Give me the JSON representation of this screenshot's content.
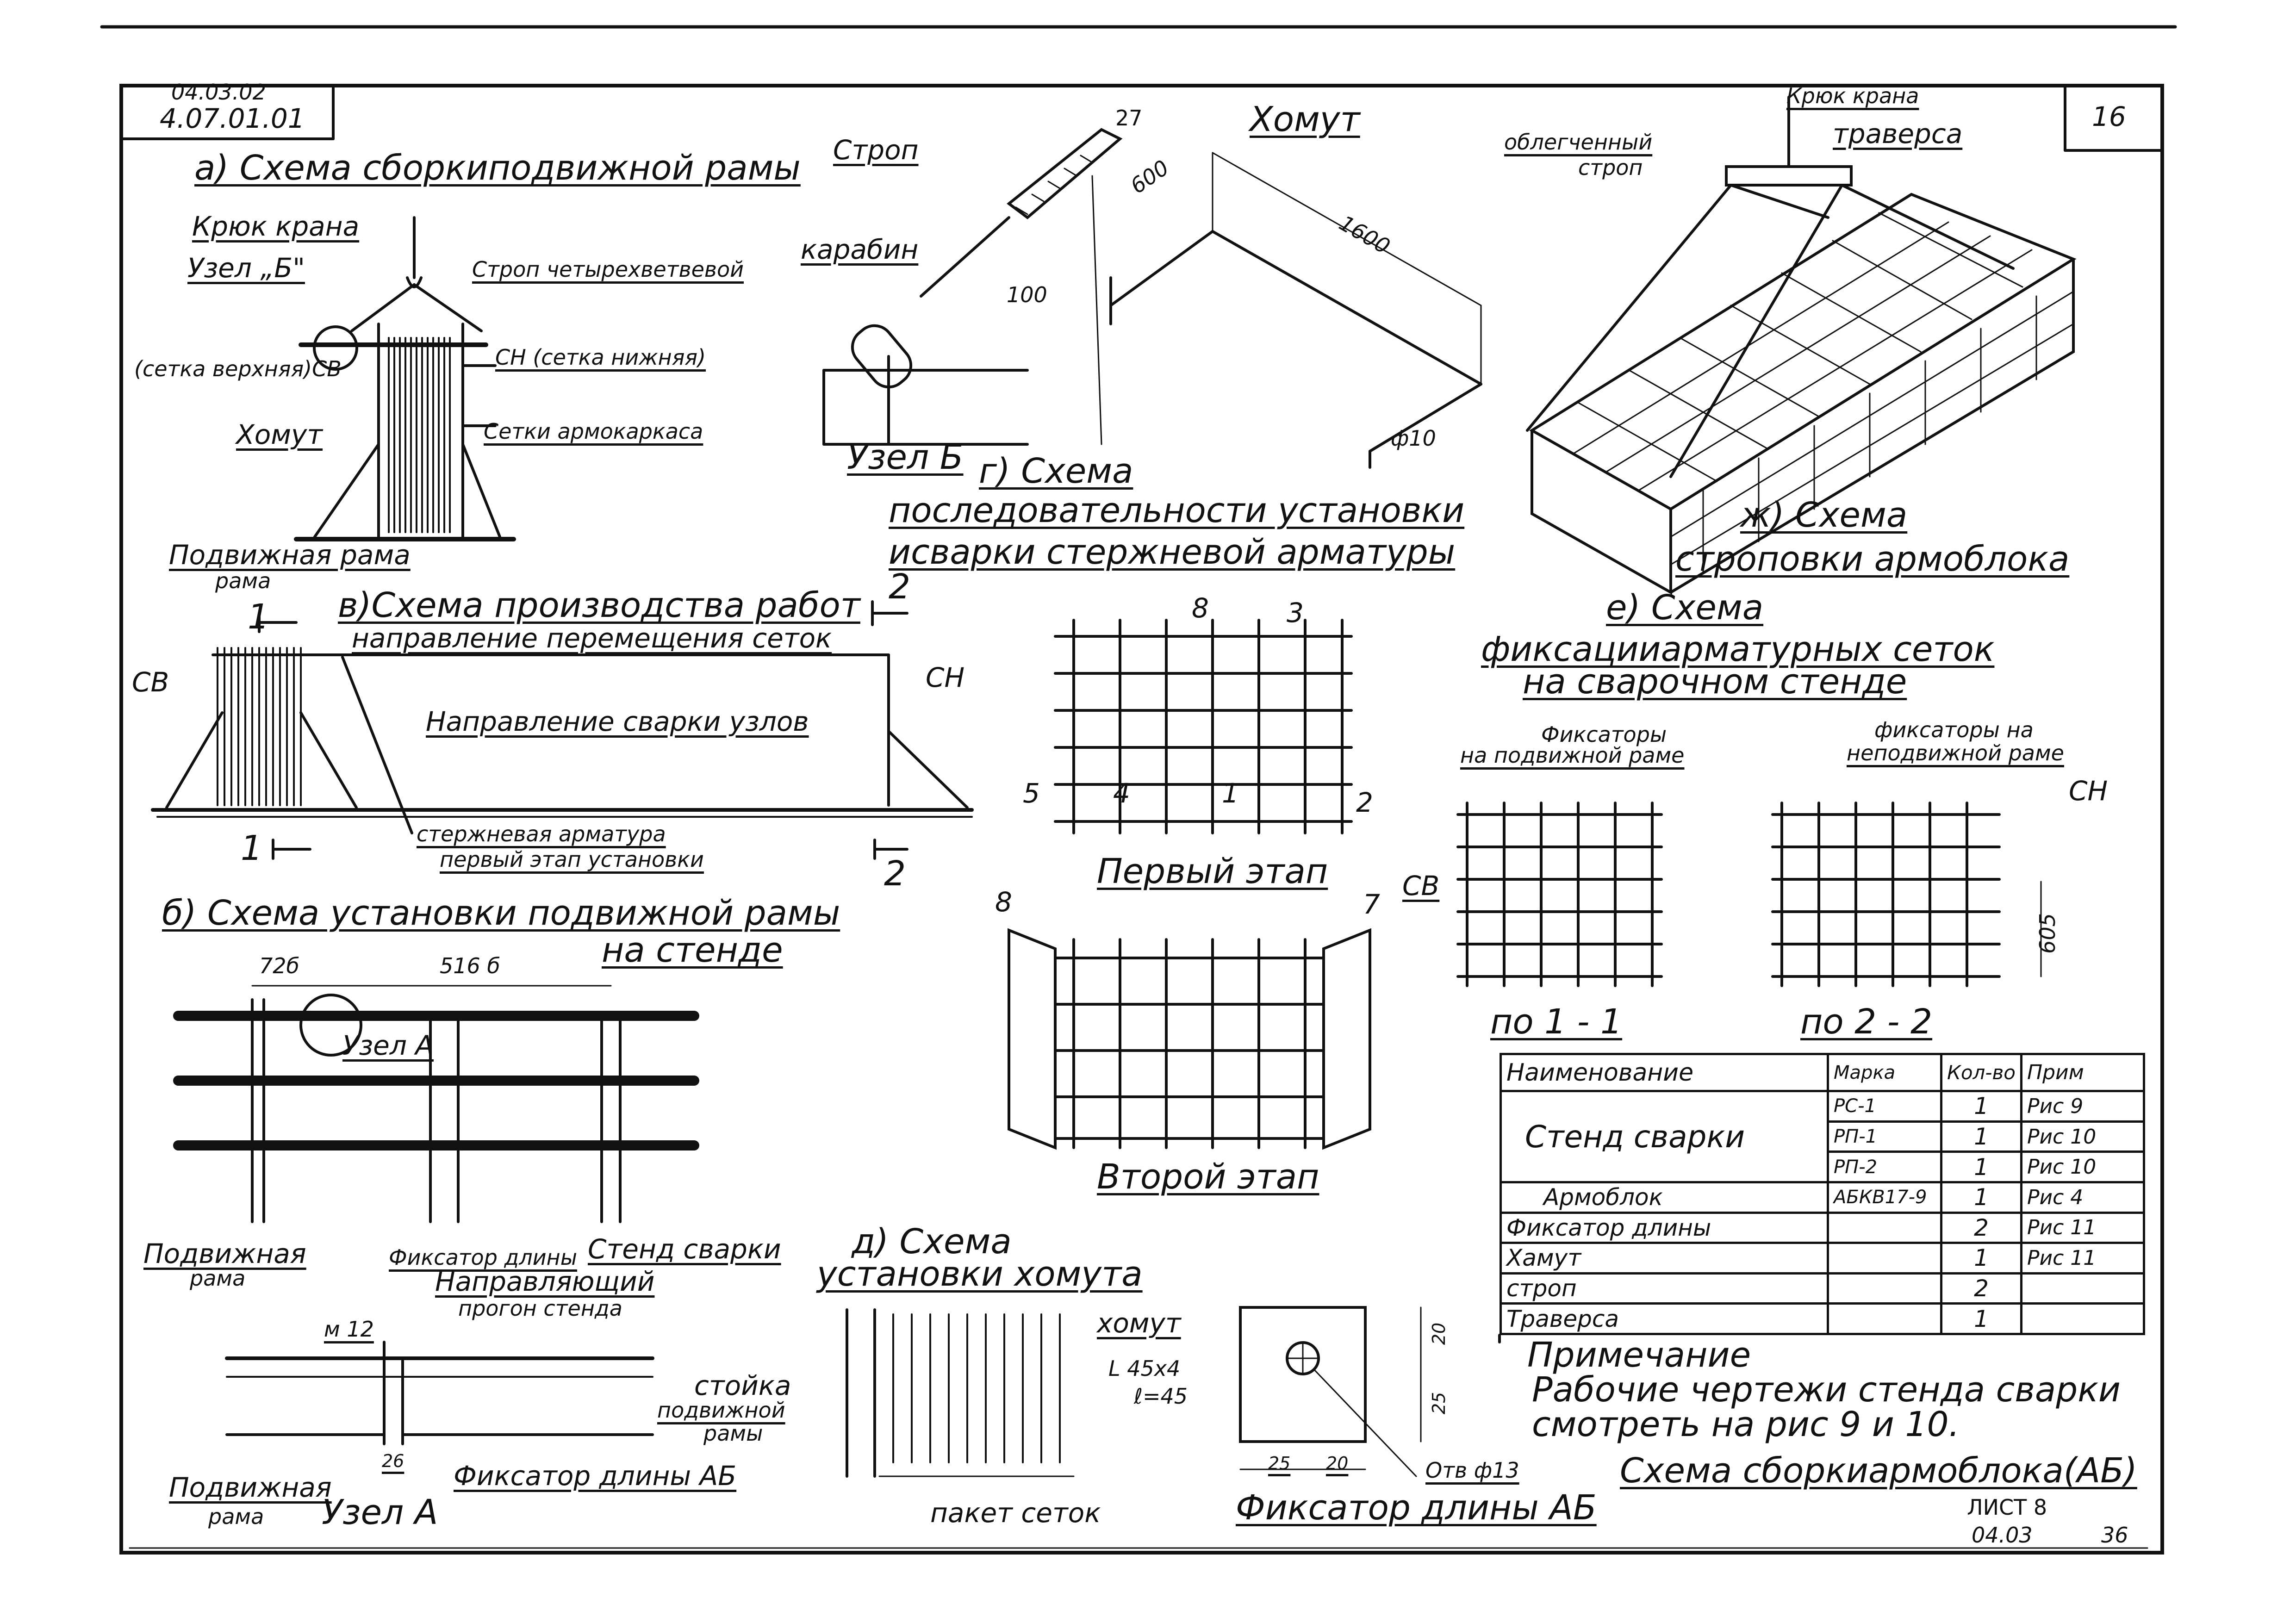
{
  "codes": {
    "top": "04.03.02",
    "main": "4.07.01.01",
    "page_center": "27",
    "sheet_corner": "16",
    "bottom_code": "04.03",
    "bottom_num": "36"
  },
  "panel_a": {
    "title": "а) Схема сборкиподвижной рамы",
    "labels": {
      "hook": "Крюк крана",
      "node_b": "Узел „Б\"",
      "sling4": "Строп четырехветвевой",
      "upper_mesh": "(сетка верхняя)СВ",
      "lower_mesh": "СН (сетка нижняя)",
      "clamp": "Хомут",
      "frame_mesh": "Сетки армокаркаса",
      "movable_frame": "Подвижная рама"
    }
  },
  "node_b": {
    "labels": {
      "sling": "Строп",
      "carabiner": "карабин",
      "title": "Узел Б"
    }
  },
  "clamp_detail": {
    "title": "Хомут",
    "dims": {
      "d600": "600",
      "d1600": "1600",
      "d100": "100",
      "dia": "ф10"
    }
  },
  "panel_g": {
    "title_1": "г) Схема",
    "title_2": "последовательности установки",
    "title_3": "исварки стержневой арматуры"
  },
  "panel_zh": {
    "labels": {
      "hook": "Крюк крана",
      "light_sling_1": "облегченный",
      "light_sling_2": "строп",
      "traverse": "траверса"
    },
    "title_1": "ж) Схема",
    "title_2": "строповки армоблока"
  },
  "panel_v": {
    "title": "в)Схема производства работ",
    "direction": "направление перемещения сеток",
    "welding_dir": "Направление сварки узлов",
    "rebar_1": "стержневая арматура",
    "rebar_2": "первый этап установки",
    "marks": {
      "sv": "СВ",
      "sn": "СН",
      "one_l": "1",
      "one_b": "1",
      "two_t": "2",
      "two_b": "2"
    }
  },
  "stage1": {
    "title": "Первый этап",
    "nums": [
      "8",
      "3",
      "5",
      "4",
      "1",
      "2"
    ]
  },
  "stage2": {
    "title": "Второй этап",
    "nums": [
      "8",
      "7"
    ]
  },
  "panel_e": {
    "title_1": "е) Схема",
    "title_2": "фиксацииарматурных сеток",
    "title_3": "на сварочном стенде",
    "fix_mov_1": "Фиксаторы",
    "fix_mov_2": "на подвижной раме",
    "fix_fix_1": "фиксаторы на",
    "fix_fix_2": "неподвижной раме",
    "sn": "СН",
    "sv": "СВ",
    "dim": "605",
    "sect_1": "по 1 - 1",
    "sect_2": "по 2 - 2"
  },
  "panel_b": {
    "title_1": "б) Схема установки подвижной рамы",
    "title_2": "на стенде",
    "dim_1": "72б",
    "dim_2": "516 б",
    "node_a": "Узел А",
    "frame": "Подвижная",
    "frame_2": "рама",
    "fixer": "Фиксатор длины",
    "stand": "Стенд сварки",
    "guide_1": "Направляющий",
    "guide_2": "прогон стенда"
  },
  "node_a": {
    "m12": "м 12",
    "d26": "26",
    "fixer": "Фиксатор длины АБ",
    "frame_1": "Подвижная",
    "frame_2": "рама",
    "title": "Узел А"
  },
  "panel_d": {
    "title_1": "д) Схема",
    "title_2": "установки хомута",
    "clamp": "хомут",
    "rack_1": "стойка",
    "rack_2": "подвижной",
    "rack_3": "рамы",
    "pack": "пакет сеток"
  },
  "fixer_detail": {
    "angle": "L 45x4",
    "len": "ℓ=45",
    "d20a": "20",
    "d25a": "25",
    "d25b": "25",
    "d20b": "20",
    "hole": "Отв ф13",
    "title": "Фиксатор длины АБ"
  },
  "spec_table": {
    "headers": [
      "Наименование",
      "Марка",
      "Кол-во",
      "Прим"
    ],
    "rows": [
      [
        "Стенд сварки",
        "РС-1",
        "1",
        "Рис 9"
      ],
      [
        "",
        "РП-1",
        "1",
        "Рис 10"
      ],
      [
        "",
        "РП-2",
        "1",
        "Рис 10"
      ],
      [
        "Армоблок",
        "АБКВ17-9",
        "1",
        "Рис 4"
      ],
      [
        "Фиксатор длины",
        "",
        "2",
        "Рис 11"
      ],
      [
        "Хамут",
        "",
        "1",
        "Рис 11"
      ],
      [
        "строп",
        "",
        "2",
        ""
      ],
      [
        "Траверса",
        "",
        "1",
        ""
      ]
    ]
  },
  "note": {
    "title": "Примечание",
    "line_1": "Рабочие чертежи стенда сварки",
    "line_2": "смотреть на рис 9 и 10."
  },
  "sheet_title": "Схема сборкиармоблока(АБ)",
  "sheet_label": "ЛИСТ 8"
}
